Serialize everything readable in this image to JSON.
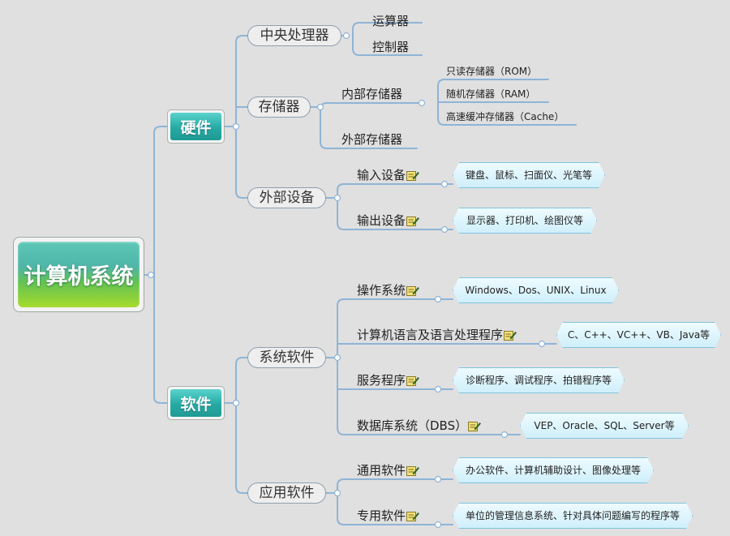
{
  "root": {
    "label": "计算机系统"
  },
  "hardware": {
    "label": "硬件",
    "cpu": {
      "label": "中央处理器",
      "items": [
        "运算器",
        "控制器"
      ]
    },
    "storage": {
      "label": "存储器",
      "internal": {
        "label": "内部存储器",
        "items": [
          "只读存储器（ROM）",
          "随机存储器（RAM）",
          "高速缓冲存储器（Cache）"
        ]
      },
      "external": {
        "label": "外部存储器"
      }
    },
    "peripherals": {
      "label": "外部设备",
      "input": {
        "label": "输入设备",
        "note": "键盘、鼠标、扫面仪、光笔等"
      },
      "output": {
        "label": "输出设备",
        "note": "显示器、打印机、绘图仪等"
      }
    }
  },
  "software": {
    "label": "软件",
    "system": {
      "label": "系统软件",
      "os": {
        "label": "操作系统",
        "note": "Windows、Dos、UNIX、Linux"
      },
      "lang": {
        "label": "计算机语言及语言处理程序",
        "note": "C、C++、VC++、VB、Java等"
      },
      "service": {
        "label": "服务程序",
        "note": "诊断程序、调试程序、拍错程序等"
      },
      "db": {
        "label": "数据库系统（DBS）",
        "note": "VEP、Oracle、SQL、Server等"
      }
    },
    "application": {
      "label": "应用软件",
      "general": {
        "label": "通用软件",
        "note": "办公软件、计算机辅助设计、图像处理等"
      },
      "special": {
        "label": "专用软件",
        "note": "单位的管理信息系统、针对具体问题编写的程序等"
      }
    }
  },
  "colors": {
    "line": "#8fb4d6",
    "note_fill": "#d9f4fd",
    "note_border": "#80c4de"
  }
}
